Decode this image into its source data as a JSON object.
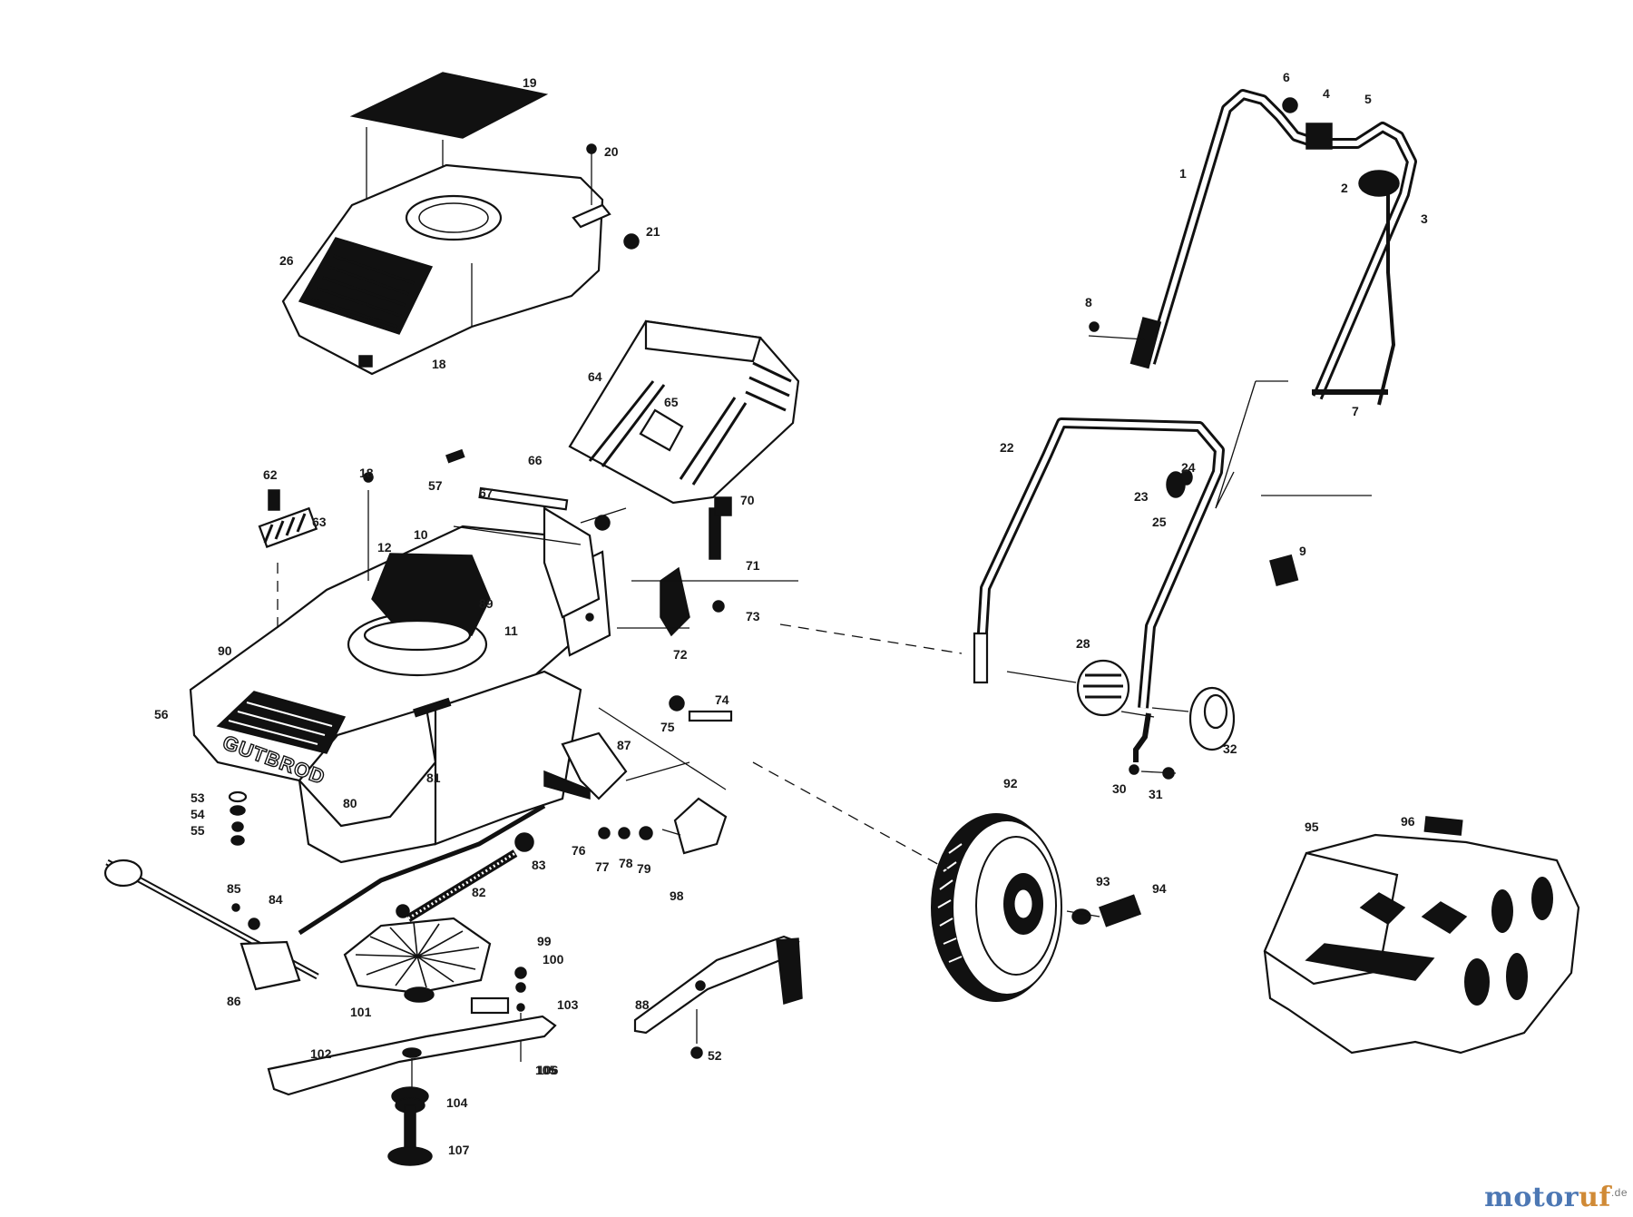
{
  "diagram": {
    "part_numbers": [
      "19",
      "20",
      "21",
      "26",
      "18",
      "64",
      "65",
      "66",
      "67",
      "70",
      "71",
      "72",
      "73",
      "74",
      "75",
      "18",
      "57",
      "62",
      "63",
      "12",
      "10",
      "11",
      "53",
      "54",
      "55",
      "56",
      "90",
      "89",
      "80",
      "81",
      "82",
      "83",
      "84",
      "85",
      "86",
      "87",
      "88",
      "52",
      "76",
      "77",
      "78",
      "79",
      "98",
      "99",
      "100",
      "101",
      "102",
      "103",
      "104",
      "105",
      "106",
      "107",
      "1",
      "2",
      "3",
      "4",
      "5",
      "6",
      "7",
      "8",
      "9",
      "22",
      "23",
      "24",
      "25",
      "28",
      "30",
      "31",
      "32",
      "92",
      "93",
      "94",
      "95",
      "96"
    ],
    "logo_text": "GUTBROD"
  },
  "watermark": {
    "brand_a": "motor",
    "brand_b": "uf",
    "tld": ".de"
  }
}
